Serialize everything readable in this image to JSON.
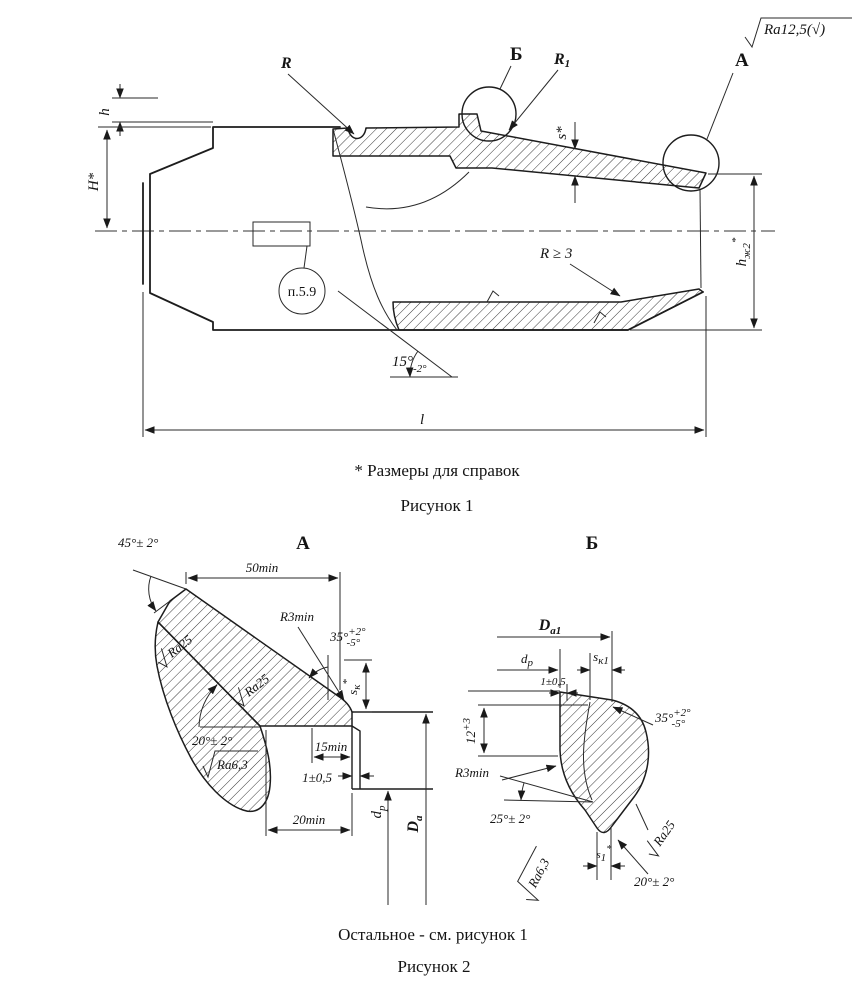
{
  "figure1": {
    "caption": "Рисунок 1",
    "note": "* Размеры для справок",
    "surface_finish": "Ra12,5(√)",
    "detail_a_label": "А",
    "detail_b_label": "Б",
    "radius_label": "R",
    "radius1_main": "R",
    "radius1_sub": "1",
    "dim_h": "h",
    "dim_H": "H*",
    "dim_s": "s*",
    "dim_hm_main": "h",
    "dim_hm_sub": "ж2",
    "dim_hm_sup": "*",
    "callout_p59": "п.5.9",
    "radius_min": "R ≥ 3",
    "taper_angle_main": "15°",
    "taper_angle_tol": "-2°",
    "dim_l": "l"
  },
  "figure2": {
    "caption": "Рисунок 2",
    "note": "Остальное - см. рисунок 1",
    "view_a": {
      "title": "А",
      "chamfer_angle": "45°± 2°",
      "dim_50min": "50min",
      "fillet_radius": "R3min",
      "flank_angle_main": "35°",
      "flank_angle_sup": "+2°",
      "flank_angle_sub": "-5°",
      "roughness_chamfer": "Ra25",
      "roughness_slant": "Ra25",
      "seal_angle": "20°± 2°",
      "roughness_seal": "Ra6,3",
      "dim_15min": "15min",
      "dim_chamfer": "1±0,5",
      "dim_sk_main": "s",
      "dim_sk_sub": "к",
      "dim_sk_sup": "*",
      "dim_20min": "20min",
      "dia_dp_main": "d",
      "dia_dp_sub": "р",
      "dia_da_main": "D",
      "dia_da_sub": "а"
    },
    "view_b": {
      "title": "Б",
      "dia_da1_main": "D",
      "dia_da1_sub": "а1",
      "dia_dp_main": "d",
      "dia_dp_sub": "р",
      "dim_sk1_main": "s",
      "dim_sk1_sub": "к1",
      "dim_chamfer": "1±0,5",
      "dim_12_main": "12",
      "dim_12_sup": "+3",
      "flank_angle_main": "35°",
      "flank_angle_sup": "+2°",
      "flank_angle_sub": "-5°",
      "fillet_radius": "R3min",
      "angle_25": "25°± 2°",
      "roughness_flank": "Ra25",
      "roughness_root": "Ra6,3",
      "dim_s1_main": "s",
      "dim_s1_sub": "1",
      "dim_s1_sup": "*",
      "angle_20": "20°± 2°"
    }
  }
}
